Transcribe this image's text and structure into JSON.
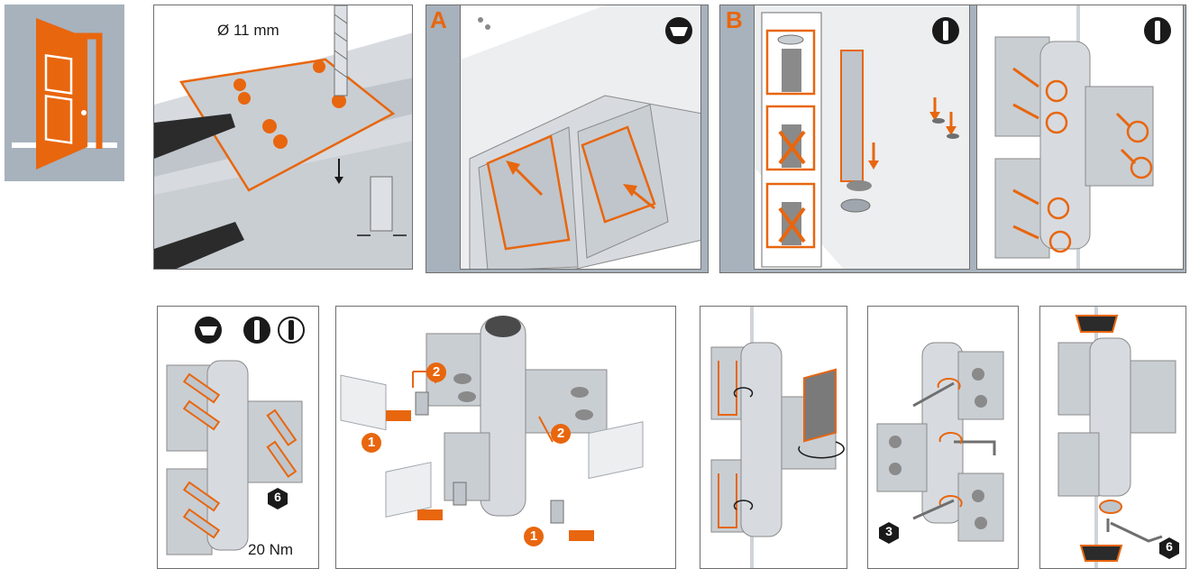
{
  "colors": {
    "accent": "#e8660e",
    "frame": "#a7b2bd",
    "metal": "#c9ced3",
    "outline": "#6f6f6f"
  },
  "panel1": {
    "drill_label": "Ø 11 mm"
  },
  "panelA": {
    "letter": "A",
    "icon": "countersunk-screw-icon"
  },
  "panelB": {
    "letter": "B",
    "icon": "cylinder-head-icon"
  },
  "panelB2": {
    "icon": "cylinder-head-icon"
  },
  "panel5": {
    "icons": [
      "countersunk-screw-icon",
      "cylinder-head-icon",
      "cylinder-head-outline-icon"
    ],
    "tool_size": "6",
    "torque": "20 Nm"
  },
  "panel6": {
    "steps": [
      "1",
      "2",
      "2",
      "1"
    ]
  },
  "panel9": {
    "tool_size": "3"
  },
  "panel10": {
    "tool_size": "6"
  }
}
